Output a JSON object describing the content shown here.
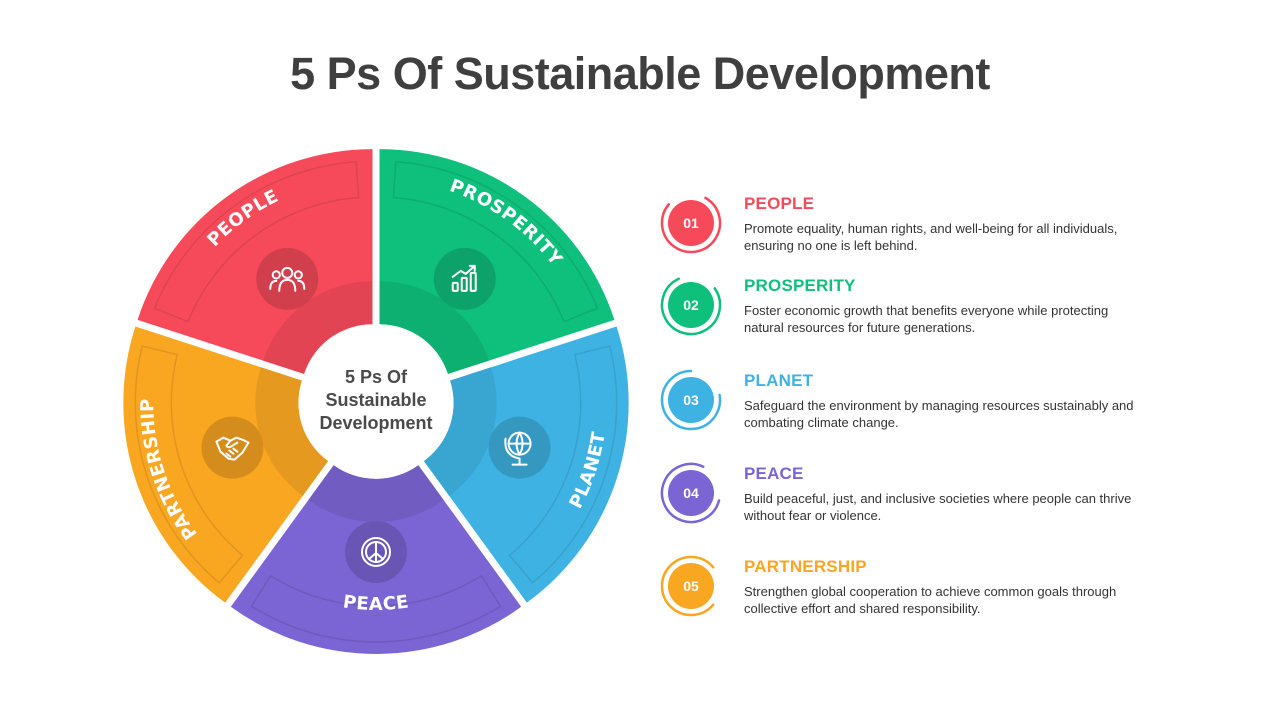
{
  "title": "5 Ps Of Sustainable Development",
  "center": {
    "lines": [
      "5 Ps Of",
      "Sustainable",
      "Development"
    ]
  },
  "segments": [
    {
      "label": "PEOPLE",
      "icon": "people-icon",
      "color": "#f64a5a"
    },
    {
      "label": "PROSPERITY",
      "icon": "growth-chart-icon",
      "color": "#0fbf7c"
    },
    {
      "label": "PLANET",
      "icon": "globe-icon",
      "color": "#3eb3e3"
    },
    {
      "label": "PEACE",
      "icon": "peace-sign-icon",
      "color": "#7b64d3"
    },
    {
      "label": "PARTNERSHIP",
      "icon": "handshake-icon",
      "color": "#f9a621"
    }
  ],
  "legend": [
    {
      "num": "01",
      "title": "PEOPLE",
      "color": "#f64a5a",
      "desc": "Promote equality, human rights, and well-being for all individuals, ensuring no one is left behind."
    },
    {
      "num": "02",
      "title": "PROSPERITY",
      "color": "#0fbf7c",
      "desc": "Foster economic growth that benefits everyone while protecting natural resources for future generations."
    },
    {
      "num": "03",
      "title": "PLANET",
      "color": "#3eb3e3",
      "desc": "Safeguard the environment by managing resources sustainably and combating climate change."
    },
    {
      "num": "04",
      "title": "PEACE",
      "color": "#7b64d3",
      "desc": "Build peaceful, just, and inclusive societies where people can thrive without fear or violence."
    },
    {
      "num": "05",
      "title": "PARTNERSHIP",
      "color": "#f9a621",
      "desc": "Strengthen global cooperation to achieve common goals through collective effort and shared responsibility."
    }
  ]
}
